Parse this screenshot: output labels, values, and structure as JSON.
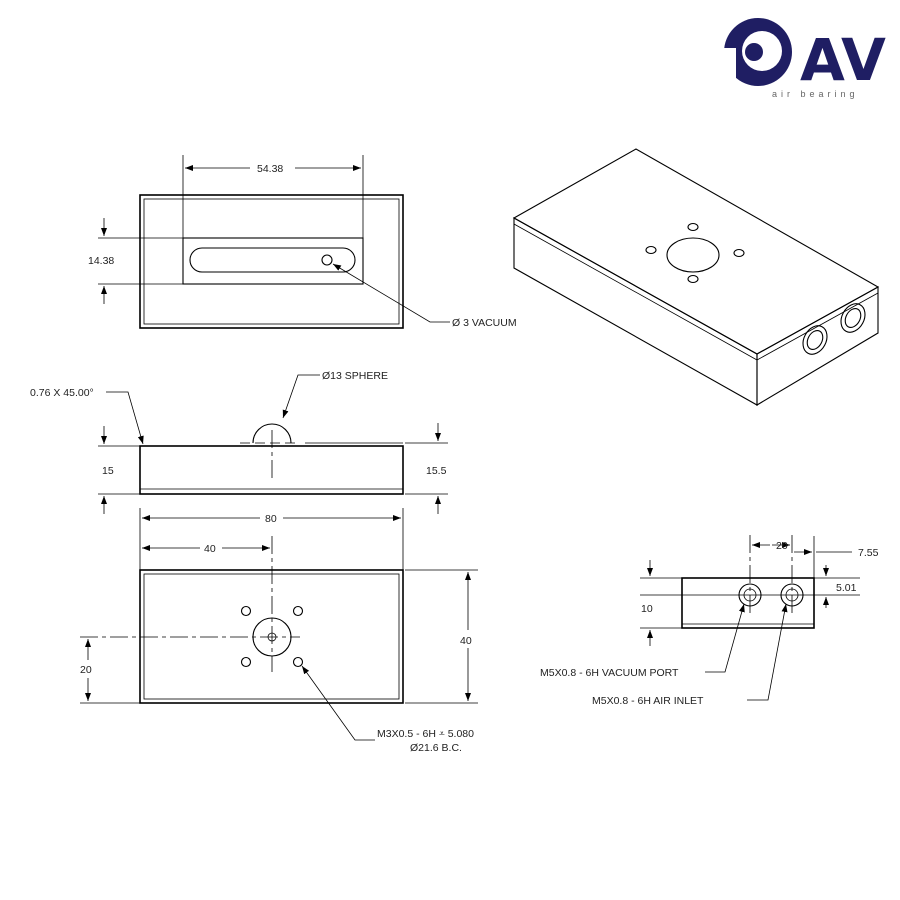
{
  "logo": {
    "mark": "AV",
    "tagline": "air bearing",
    "color": "#1f1e63"
  },
  "top_view": {
    "dim_width": "54.38",
    "dim_height": "14.38",
    "callout": "Ø 3 VACUUM"
  },
  "front_view": {
    "chamfer": "0.76 X 45.00°",
    "sphere": "Ø13 SPHERE",
    "dim_left": "15",
    "dim_right": "15.5"
  },
  "bottom_view": {
    "dim_width": "80",
    "dim_half": "40",
    "dim_height": "40",
    "dim_offset": "20",
    "thread_callout": "M3X0.5 - 6H ⩡ 5.080",
    "bc_callout": "Ø21.6 B.C."
  },
  "side_view": {
    "dim_spacing": "20",
    "dim_edge": "7.55",
    "dim_center": "5.01",
    "dim_height": "10",
    "vacuum_port": "M5X0.8 - 6H VACUUM PORT",
    "air_inlet": "M5X0.8 - 6H AIR INLET"
  }
}
